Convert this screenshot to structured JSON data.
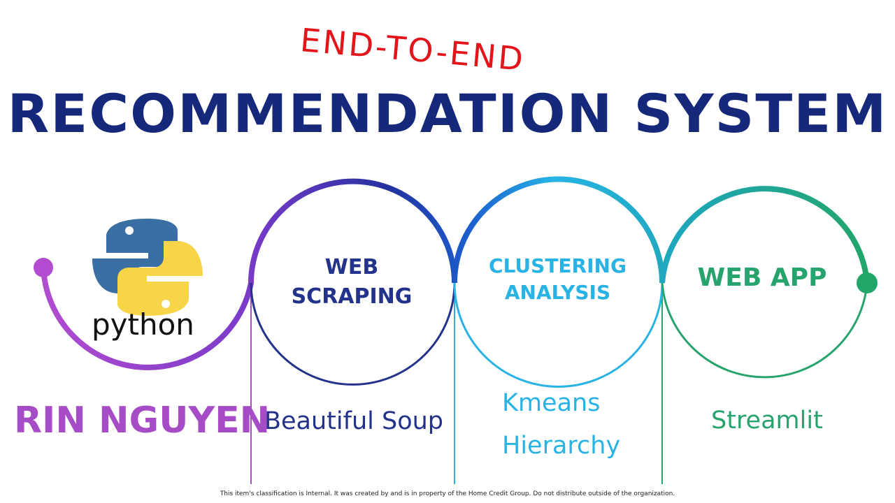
{
  "header": {
    "tagline": "END-TO-END",
    "title": "RECOMMENDATION SYSTEM"
  },
  "python_logo": {
    "word": "python"
  },
  "stages": [
    {
      "label_lines": [
        "WEB",
        "SCRAPING"
      ],
      "tools": [
        "Beautiful Soup"
      ],
      "color": "#23328a"
    },
    {
      "label_lines": [
        "CLUSTERING",
        "ANALYSIS"
      ],
      "tools": [
        "Kmeans",
        "Hierarchy"
      ],
      "color": "#29b3e4"
    },
    {
      "label_lines": [
        "WEB APP"
      ],
      "tools": [
        "Streamlit"
      ],
      "color": "#27a36e"
    }
  ],
  "author": {
    "name": "RIN NGUYEN",
    "color": "#a64cc6"
  },
  "footer": "This item's classification is Internal. It was created by and is in property of the Home Credit Group. Do not distribute outside of the organization.",
  "colors": {
    "title": "#16287a",
    "tagline": "#e4141b",
    "purple": "#a64cc6",
    "navy": "#23328a",
    "cyan": "#29b3e4",
    "green": "#27a36e"
  }
}
